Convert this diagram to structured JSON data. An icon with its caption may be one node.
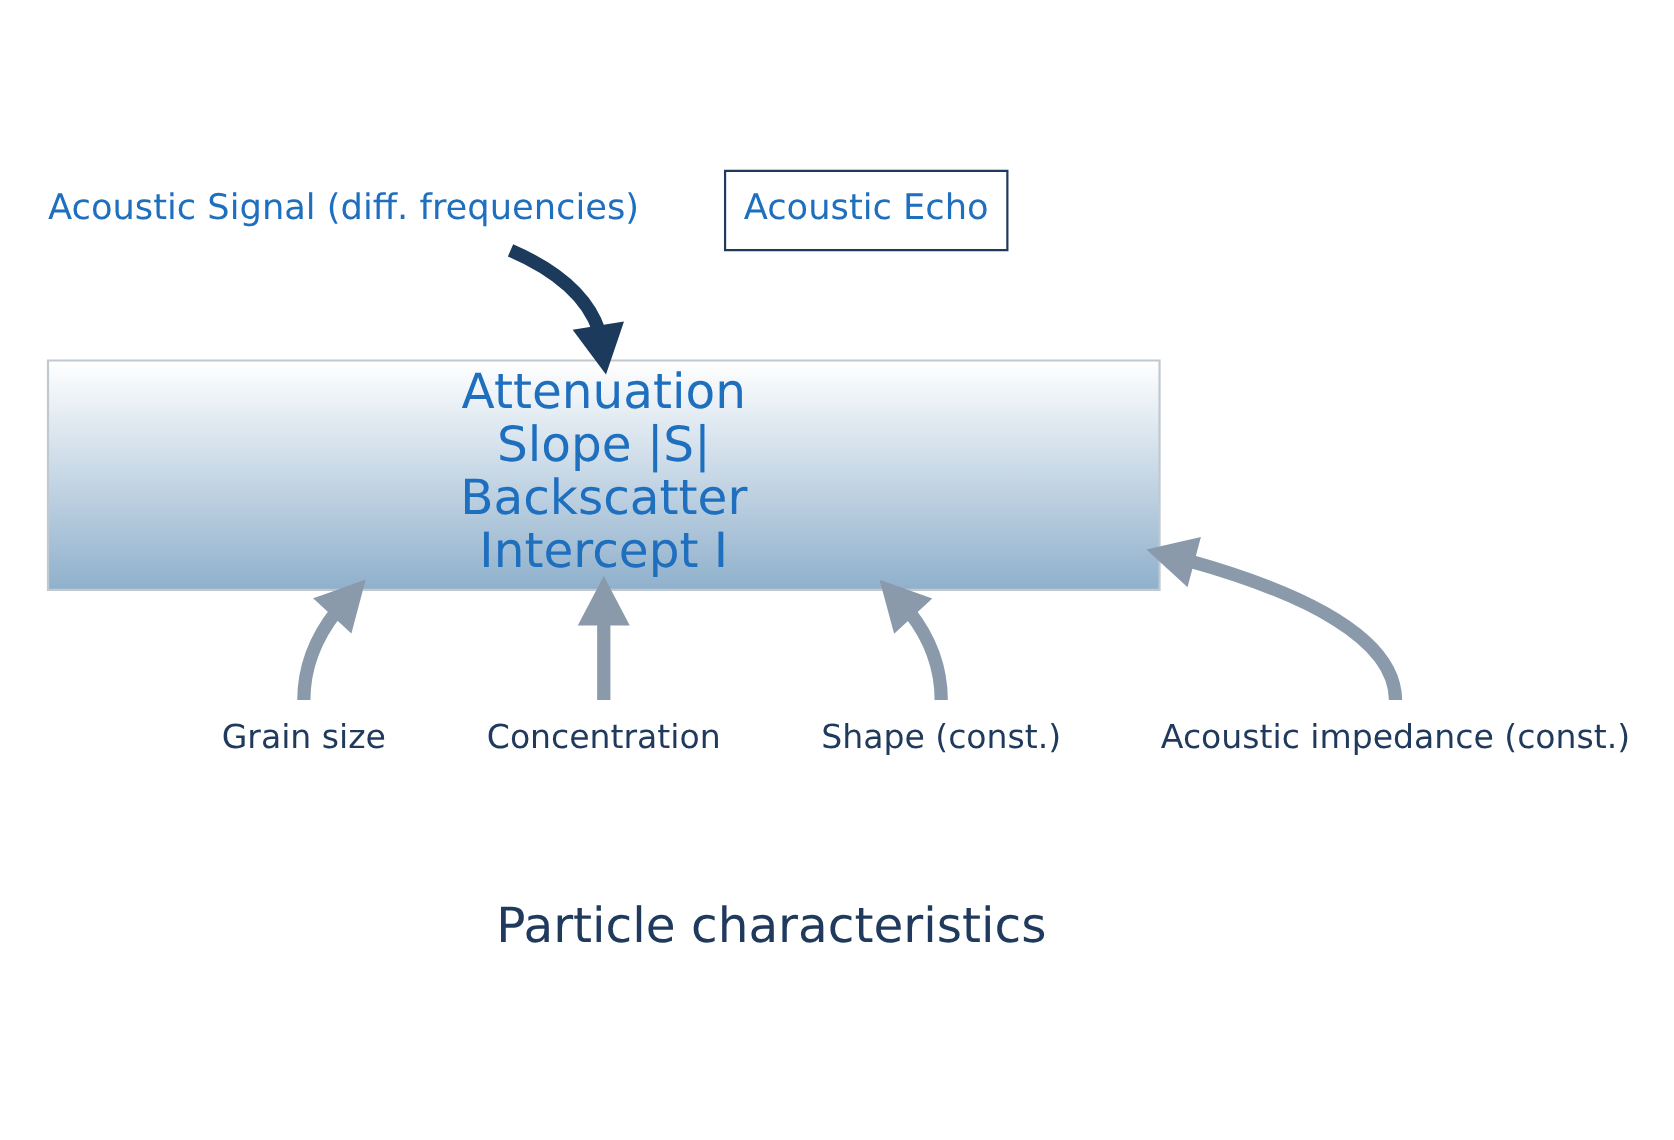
{
  "diagram": {
    "nodes": [
      {
        "text": [
          "Attenuation",
          "Slope |S|",
          "Backscatter",
          "Intercept I"
        ]
      },
      {
        "text": [
          "Acoustic Signal (diff. frequencies)"
        ]
      },
      {
        "text": [
          "Acoustic Echo"
        ]
      },
      {
        "text": [
          "Grain size"
        ]
      },
      {
        "text": [
          "Concentration"
        ]
      },
      {
        "text": [
          "Shape (const.)"
        ]
      },
      {
        "text": [
          "Acoustic impedance (const.)"
        ]
      }
    ],
    "edges": [
      {
        "from": 1,
        "to": 0,
        "arrow": "to",
        "color": "#1b3a5c"
      },
      {
        "from": 3,
        "to": 0,
        "arrow": "to"
      },
      {
        "from": 4,
        "to": 0,
        "arrow": "to"
      },
      {
        "from": 5,
        "to": 0,
        "arrow": "to"
      },
      {
        "from": 6,
        "to": 0,
        "arrow": "to"
      }
    ],
    "labels": [
      "Particle characteristics"
    ]
  }
}
